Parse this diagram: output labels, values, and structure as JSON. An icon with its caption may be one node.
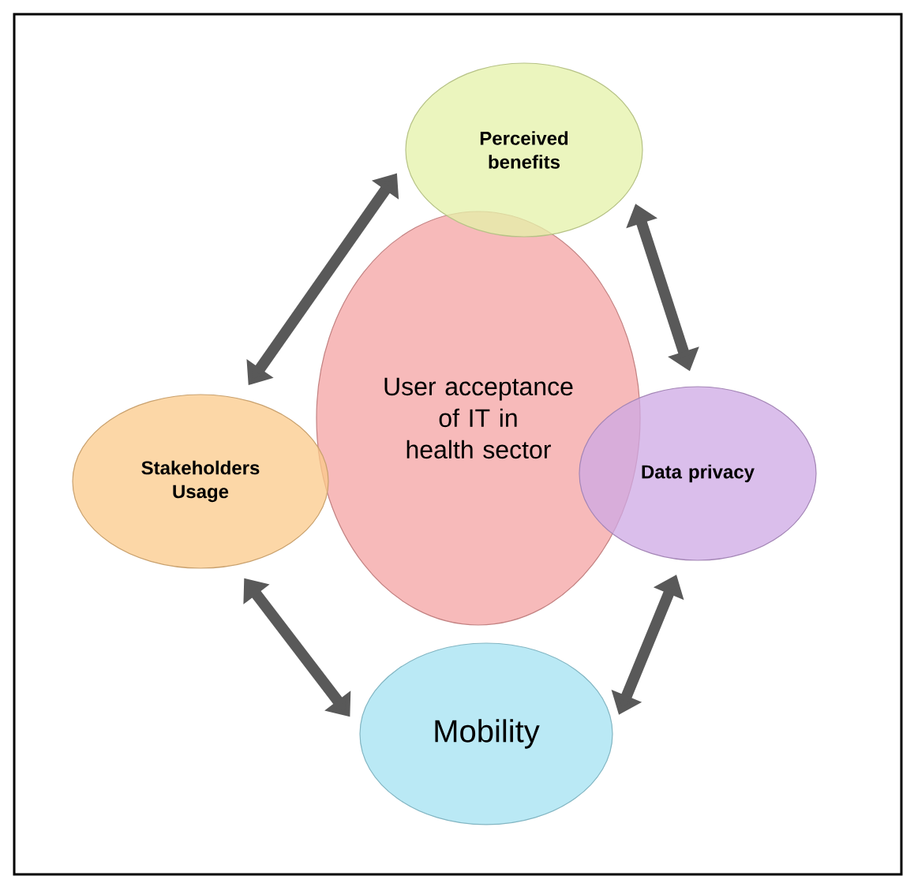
{
  "diagram": {
    "nodes": [
      {
        "text": [
          "Perceived benefits"
        ]
      },
      {
        "text": [
          "Stakeholders Usage"
        ]
      },
      {
        "text": [
          "User acceptance of IT in health sector"
        ]
      },
      {
        "text": [
          "Data privacy"
        ]
      },
      {
        "text": [
          "Mobility"
        ]
      }
    ],
    "edges": [
      {
        "from": 1,
        "to": 0,
        "arrow": "both"
      },
      {
        "from": 0,
        "to": 3,
        "arrow": "both"
      },
      {
        "from": 1,
        "to": 4,
        "arrow": "both"
      },
      {
        "from": 3,
        "to": 4,
        "arrow": "both"
      }
    ]
  }
}
